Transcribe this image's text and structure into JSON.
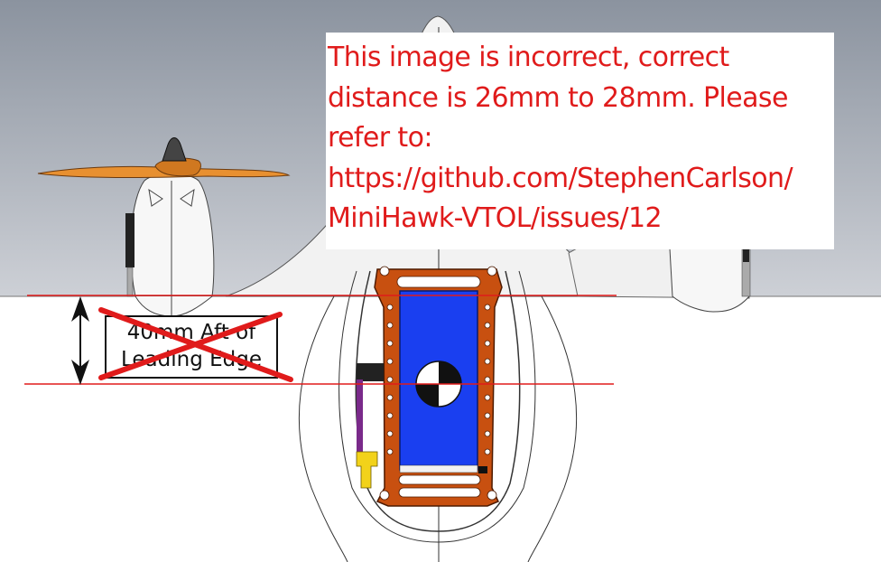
{
  "note": {
    "lines": [
      "This image is incorrect, correct",
      "distance is 26mm to 28mm. Please",
      "refer to:",
      "https://github.com/StephenCarlson/",
      "MiniHawk-VTOL/issues/12"
    ]
  },
  "dimension_label": {
    "line1": "40mm Aft of",
    "line2": "Leading Edge"
  },
  "colors": {
    "annotation_red": "#e01b1b",
    "propeller_orange": "#e89030",
    "frame_orange": "#c85010",
    "battery_blue": "#1a3ff0",
    "background_gray": "#9aa1ab"
  }
}
